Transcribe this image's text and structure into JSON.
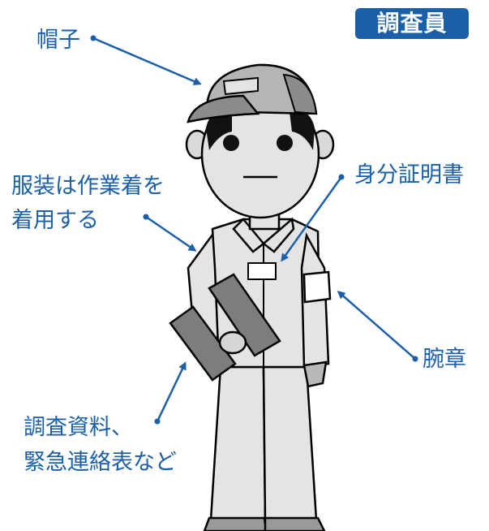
{
  "badge": {
    "label": "調査員"
  },
  "labels": {
    "hat": "帽子",
    "id_card": "身分証明書",
    "clothing_line1": "服装は作業着を",
    "clothing_line2": "着用する",
    "armband": "腕章",
    "documents_line1": "調査資料、",
    "documents_line2": "緊急連絡表など"
  },
  "colors": {
    "accent": "#1a5fa8",
    "outline": "#000000",
    "uniform_fill": "#e4e4e4",
    "hat_fill": "#b5b5b5",
    "clipboard_fill": "#7d7d7d"
  }
}
